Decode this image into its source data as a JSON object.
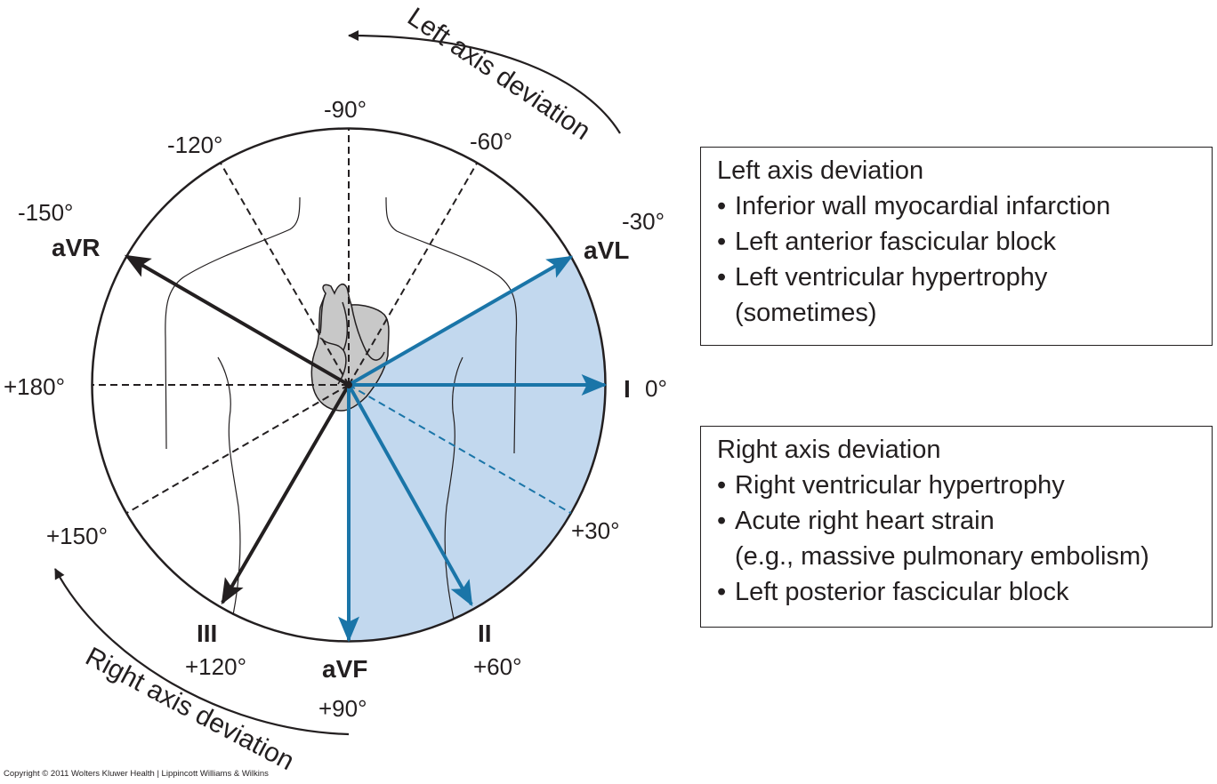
{
  "colors": {
    "ink": "#231f20",
    "accent_blue": "#1a75a8",
    "normal_zone_fill": "#c2d8ee",
    "heart_fill": "#c8c8c8"
  },
  "axis_arcs": {
    "left_label": "Left axis deviation",
    "right_label": "Right axis deviation"
  },
  "angle_labels": {
    "m90": "-90°",
    "m120": "-120°",
    "m60": "-60°",
    "m150": "-150°",
    "m30": "-30°",
    "p180": "+180°",
    "zero": "0°",
    "p150": "+150°",
    "p30": "+30°",
    "p120": "+120°",
    "p60": "+60°",
    "p90": "+90°"
  },
  "leads": {
    "avr": "aVR",
    "avl": "aVL",
    "i": "I",
    "ii": "II",
    "iii": "III",
    "avf": "aVF"
  },
  "left_box": {
    "title": "Left axis deviation",
    "items": [
      "Inferior wall myocardial infarction",
      "Left anterior fascicular block",
      "Left ventricular hypertrophy",
      "(sometimes)"
    ]
  },
  "right_box": {
    "title": "Right axis deviation",
    "items": [
      "Right ventricular hypertrophy",
      "Acute right heart strain",
      "(e.g., massive pulmonary embolism)",
      "Left posterior fascicular block"
    ]
  },
  "copyright": "Copyright © 2011 Wolters Kluwer Health | Lippincott Williams & Wilkins"
}
